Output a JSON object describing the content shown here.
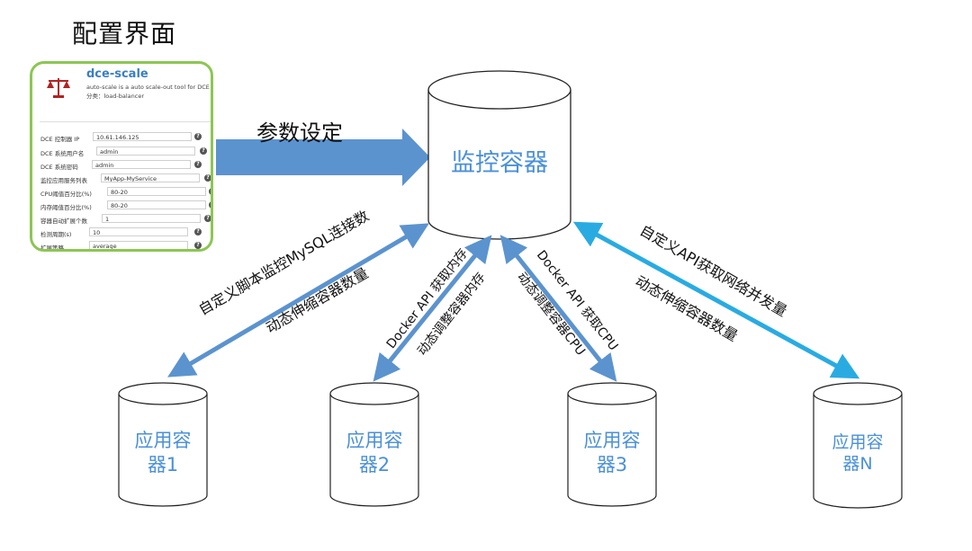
{
  "title": "配置界面",
  "panel": {
    "app_name": "dce-scale",
    "description": "auto-scale is a auto scale-out tool for DCE",
    "category": "分类：load-balancer",
    "fields": [
      {
        "label": "DCE 控制器 IP",
        "value": "10.61.146.125"
      },
      {
        "label": "DCE 系统用户名",
        "value": "admin"
      },
      {
        "label": "DCE 系统密码",
        "value": "admin"
      },
      {
        "label": "监控应用服务列表",
        "value": "MyApp-MyService"
      },
      {
        "label": "CPU阈值百分比(%)",
        "value": "80-20"
      },
      {
        "label": "内存阈值百分比(%)",
        "value": "80-20"
      },
      {
        "label": "容器自动扩展个数",
        "value": "1"
      },
      {
        "label": "检测周期(s)",
        "value": "10"
      },
      {
        "label": "扩展策略",
        "value": "average"
      }
    ]
  },
  "param_arrow_label": "参数设定",
  "monitor": "监控容器",
  "apps": [
    {
      "line1": "应用容",
      "line2": "器1"
    },
    {
      "line1": "应用容",
      "line2": "器2"
    },
    {
      "line1": "应用容",
      "line2": "器3"
    },
    {
      "line1": "应用容",
      "line2": "器N"
    }
  ],
  "edges": [
    {
      "label_a": "自定义脚本监控MySQL连接数",
      "label_b": "动态伸缩容器数量"
    },
    {
      "label_a": "Docker API 获取内存",
      "label_b": "动态调整容器内存"
    },
    {
      "label_a": "Docker API 获取CPU",
      "label_b": "动态调整容器CPU"
    },
    {
      "label_a": "自定义API获取网络并发量",
      "label_b": "动态伸缩容器数量"
    }
  ],
  "colors": {
    "cylinder_stroke": "#222222",
    "cylinder_text": "#4a90d9",
    "arrow_steel": "#5b93cf",
    "arrow_cyan": "#29abe2",
    "panel_border": "#8cc653"
  }
}
